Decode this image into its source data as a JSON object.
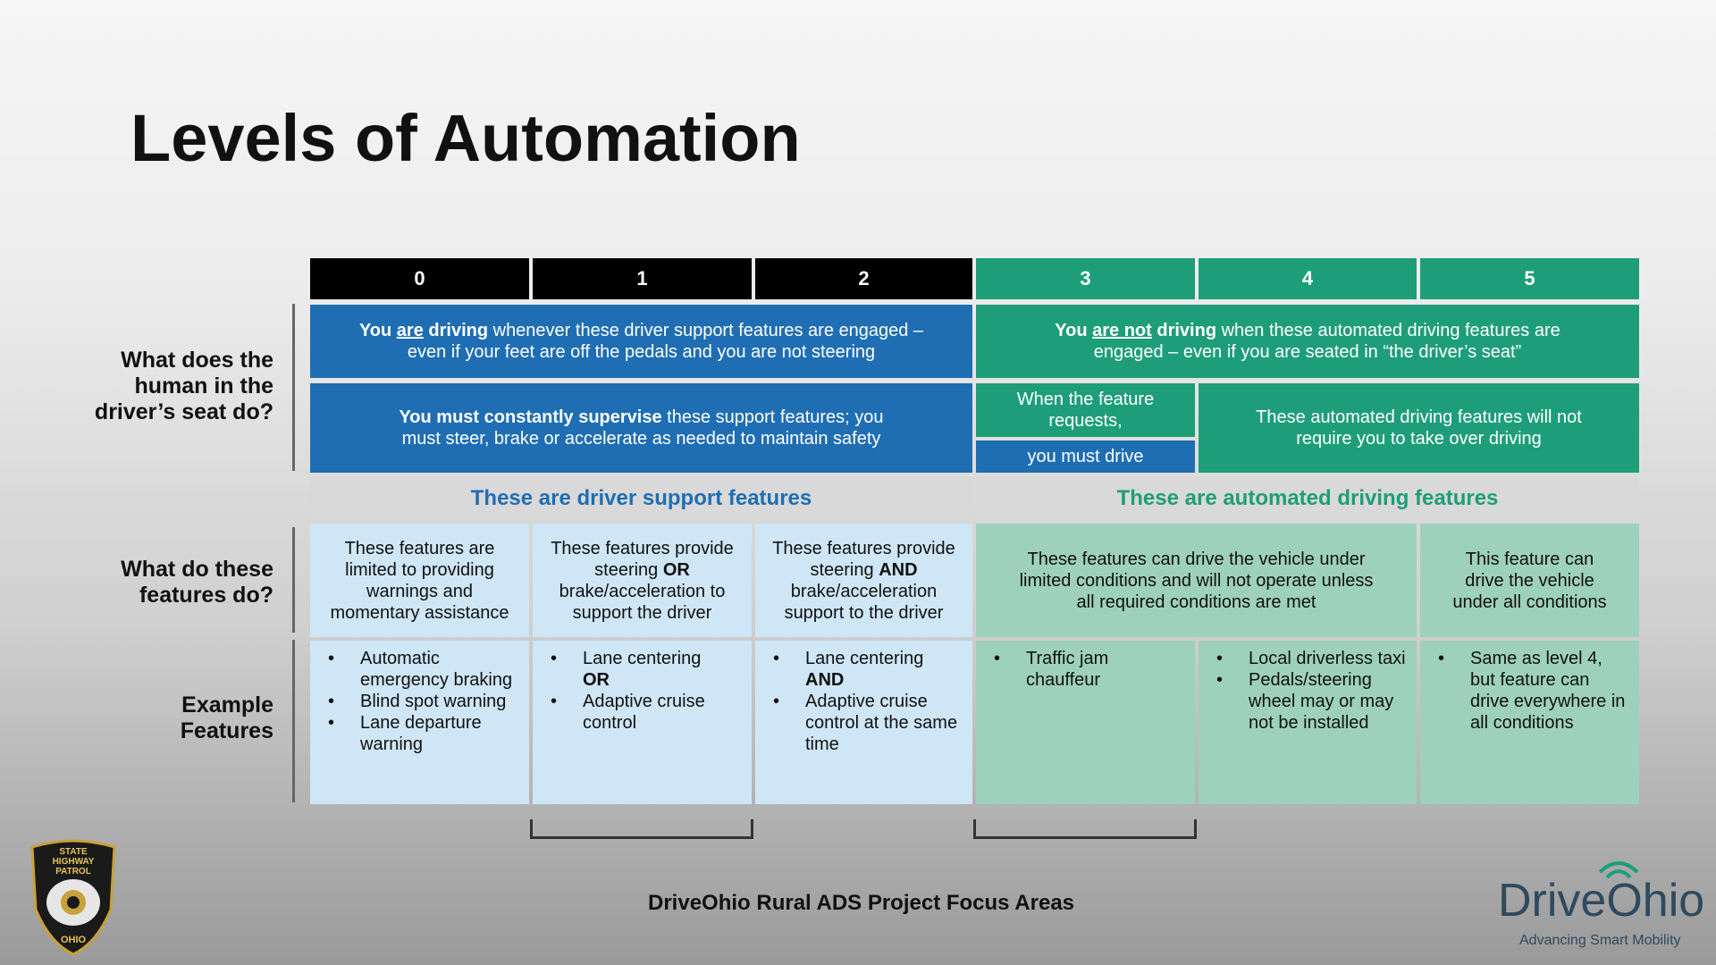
{
  "title": "Levels of Automation",
  "row_labels": {
    "human": "What does the human in the driver’s seat do?",
    "features": "What do these features do?",
    "examples": "Example Features"
  },
  "levels": [
    "0",
    "1",
    "2",
    "3",
    "4",
    "5"
  ],
  "driving": {
    "support_pre": "You",
    "support_are": "are",
    "support_driving": "driving",
    "support_rest": " whenever these driver support features are engaged – even if your feet are off the pedals and you are not steering",
    "auto_pre": "You",
    "auto_arenot": "are not",
    "auto_driving": "driving",
    "auto_rest": " when these automated driving features are engaged – even if you are seated in “the driver’s seat”"
  },
  "supervise": {
    "bold": "You must constantly supervise",
    "rest": " these support features; you must steer, brake or accelerate as needed to maintain safety",
    "level3_top": "When the feature requests,",
    "level3_bottom": "you must drive",
    "level45": "These automated driving features will not require you to take over driving"
  },
  "categories": {
    "support": "These are driver support features",
    "automated": "These are automated driving features"
  },
  "descriptions": {
    "l0": "These features are limited to providing warnings and momentary assistance",
    "l1_a": "These features provide steering",
    "l1_or": "OR",
    "l1_b": "brake/acceleration to support the driver",
    "l2_a": "These features provide steering",
    "l2_and": "AND",
    "l2_b": "brake/acceleration support to the driver",
    "l34": "These features can drive the vehicle under limited conditions and will not operate unless all required conditions are met",
    "l5": "This feature can drive the vehicle under all conditions"
  },
  "examples": {
    "l0": [
      "Automatic emergency braking",
      "Blind spot warning",
      "Lane departure warning"
    ],
    "l1_a": "Lane centering",
    "l1_or": "OR",
    "l1_b": "Adaptive cruise control",
    "l2_a": "Lane centering",
    "l2_and": "AND",
    "l2_b": "Adaptive cruise control at the same time",
    "l3": [
      "Traffic jam chauffeur"
    ],
    "l4": [
      "Local driverless taxi",
      "Pedals/steering wheel may or may not be installed"
    ],
    "l5": [
      "Same as level 4, but feature can drive everywhere in all conditions"
    ]
  },
  "footer": "DriveOhio Rural ADS Project Focus Areas",
  "logo": {
    "brand": "DriveOhio",
    "tagline": "Advancing Smart Mobility",
    "patrol_lines": [
      "STATE",
      "HIGHWAY",
      "PATROL",
      "OHIO"
    ]
  },
  "colors": {
    "black": "#000000",
    "blue": "#1f6eb3",
    "green": "#1e9e78",
    "light_blue": "#cfe6f6",
    "light_green": "#9ed1bd",
    "grey": "#d9d9d9"
  }
}
